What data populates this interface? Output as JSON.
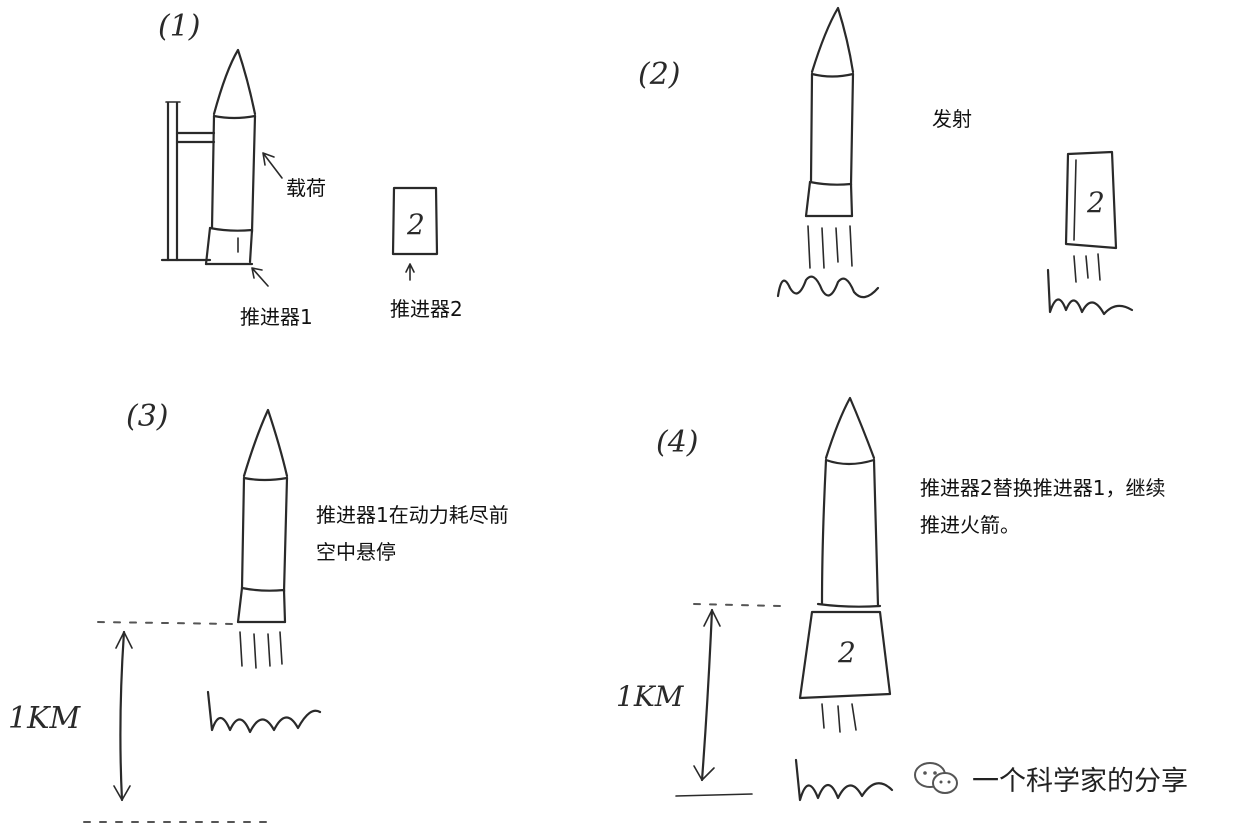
{
  "panels": [
    {
      "number": "(1)",
      "labels": {
        "payload": "载荷",
        "booster1": "推进器1",
        "booster2": "推进器2",
        "booster2_mark": "2"
      }
    },
    {
      "number": "(2)",
      "labels": {
        "launch": "发射",
        "booster2_mark": "2"
      }
    },
    {
      "number": "(3)",
      "labels": {
        "hover_line1": "推进器1在动力耗尽前",
        "hover_line2": "空中悬停",
        "altitude": "1KM"
      }
    },
    {
      "number": "(4)",
      "labels": {
        "replace_line1": "推进器2替换推进器1，继续",
        "replace_line2": "推进火箭。",
        "altitude": "1KM",
        "booster2_mark": "2"
      }
    }
  ],
  "watermark": {
    "text": "一个科学家的分享",
    "icon": "wechat-icon"
  }
}
